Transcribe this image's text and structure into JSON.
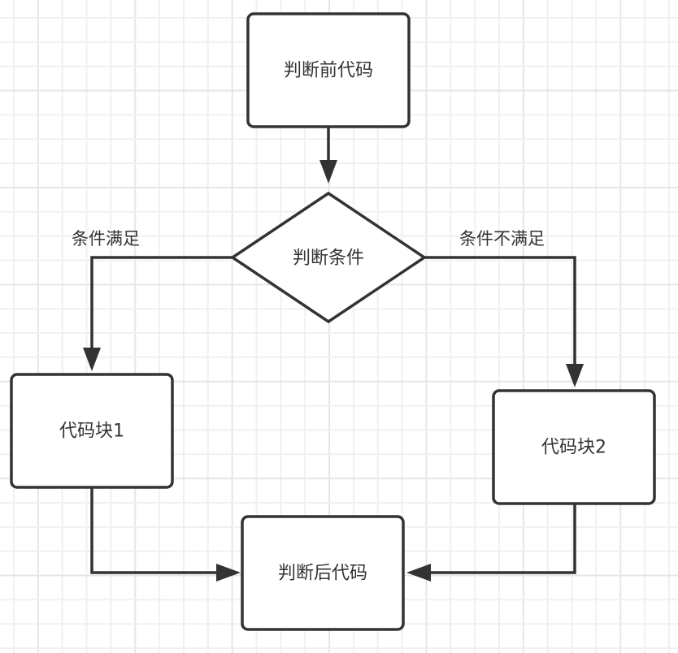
{
  "diagram": {
    "type": "flowchart",
    "colors": {
      "background": "#ffffff",
      "grid_minor": "#f0f0f0",
      "grid_major": "#e6e6e6",
      "stroke": "#333333",
      "node_fill": "#ffffff",
      "text": "#333333"
    },
    "nodes": {
      "before": {
        "label": "判断前代码",
        "shape": "rounded-rect"
      },
      "condition": {
        "label": "判断条件",
        "shape": "diamond"
      },
      "block1": {
        "label": "代码块1",
        "shape": "rounded-rect"
      },
      "block2": {
        "label": "代码块2",
        "shape": "rounded-rect"
      },
      "after": {
        "label": "判断后代码",
        "shape": "rounded-rect"
      }
    },
    "edges": {
      "before_to_condition": {
        "from": "before",
        "to": "condition",
        "label": ""
      },
      "condition_true": {
        "from": "condition",
        "to": "block1",
        "label": "条件满足"
      },
      "condition_false": {
        "from": "condition",
        "to": "block2",
        "label": "条件不满足"
      },
      "block1_to_after": {
        "from": "block1",
        "to": "after",
        "label": ""
      },
      "block2_to_after": {
        "from": "block2",
        "to": "after",
        "label": ""
      }
    }
  }
}
